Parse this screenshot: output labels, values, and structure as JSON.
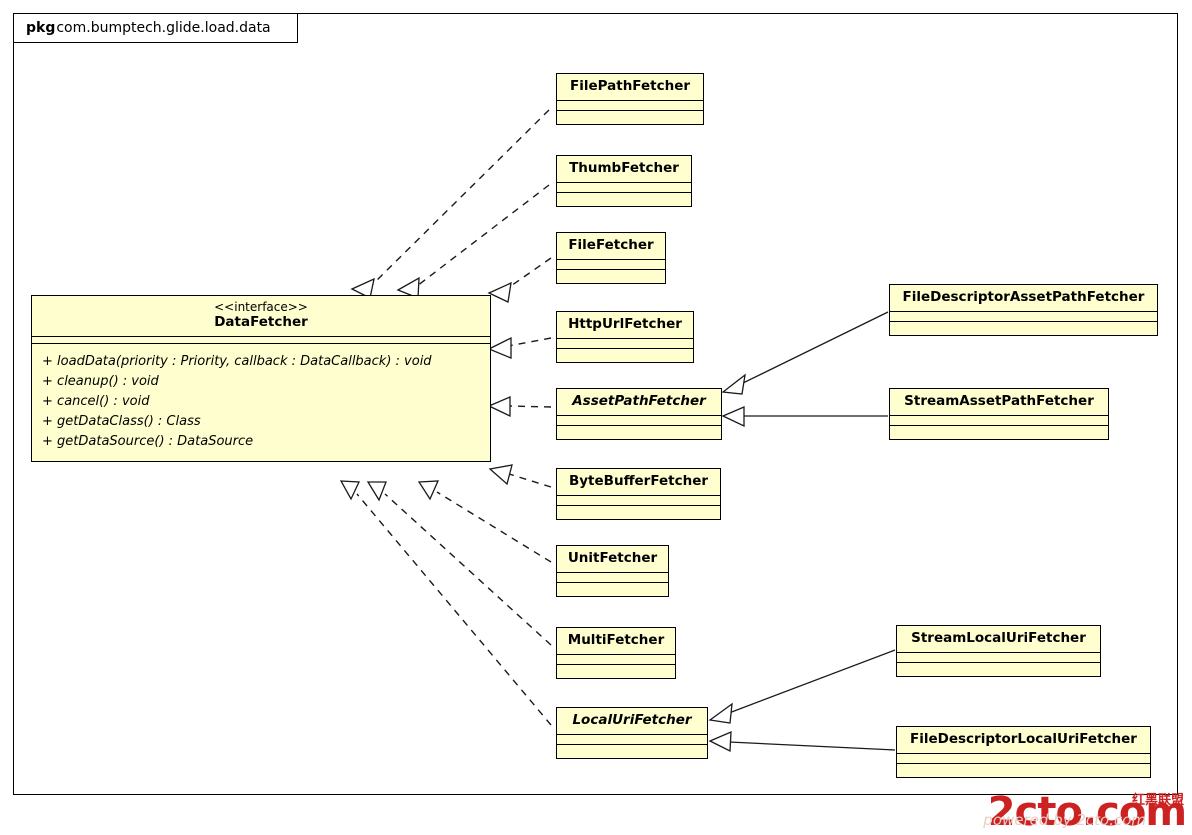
{
  "package": {
    "keyword": "pkg",
    "name": "com.bumptech.glide.load.data"
  },
  "diagram": {
    "type": "uml-class-diagram",
    "colors": {
      "class_fill": "#FEFECE",
      "class_border": "#000000",
      "line": "#1a1a1a",
      "watermark": "#cc2222",
      "background": "#FFFFFF"
    }
  },
  "classes": {
    "datafetcher": {
      "stereotype": "<<interface>>",
      "name": "DataFetcher",
      "kind": "interface",
      "members": [
        {
          "vis": "+",
          "sig": "loadData(priority : Priority, callback : DataCallback) : void"
        },
        {
          "vis": "+",
          "sig": "cleanup() : void"
        },
        {
          "vis": "+",
          "sig": "cancel() : void"
        },
        {
          "vis": "+",
          "sig": "getDataClass() : Class"
        },
        {
          "vis": "+",
          "sig": "getDataSource() : DataSource"
        }
      ]
    },
    "filepathfetcher": {
      "name": "FilePathFetcher",
      "kind": "class"
    },
    "thumbfetcher": {
      "name": "ThumbFetcher",
      "kind": "class"
    },
    "filefetcher": {
      "name": "FileFetcher",
      "kind": "class"
    },
    "httpurlfetcher": {
      "name": "HttpUrlFetcher",
      "kind": "class"
    },
    "assetpathfetcher": {
      "name": "AssetPathFetcher",
      "kind": "abstract-class"
    },
    "bytebufferfetcher": {
      "name": "ByteBufferFetcher",
      "kind": "class"
    },
    "unitfetcher": {
      "name": "UnitFetcher",
      "kind": "class"
    },
    "multifetcher": {
      "name": "MultiFetcher",
      "kind": "class"
    },
    "localurifetcher": {
      "name": "LocalUriFetcher",
      "kind": "abstract-class"
    },
    "filedescriptorassetpathfetcher": {
      "name": "FileDescriptorAssetPathFetcher",
      "kind": "class"
    },
    "streamassetpathfetcher": {
      "name": "StreamAssetPathFetcher",
      "kind": "class"
    },
    "streamlocalurifetcher": {
      "name": "StreamLocalUriFetcher",
      "kind": "class"
    },
    "filedescriptorlocalurifetcher": {
      "name": "FileDescriptorLocalUriFetcher",
      "kind": "class"
    }
  },
  "relationships": [
    {
      "from": "FilePathFetcher",
      "to": "DataFetcher",
      "type": "realization"
    },
    {
      "from": "ThumbFetcher",
      "to": "DataFetcher",
      "type": "realization"
    },
    {
      "from": "FileFetcher",
      "to": "DataFetcher",
      "type": "realization"
    },
    {
      "from": "HttpUrlFetcher",
      "to": "DataFetcher",
      "type": "realization"
    },
    {
      "from": "AssetPathFetcher",
      "to": "DataFetcher",
      "type": "realization"
    },
    {
      "from": "ByteBufferFetcher",
      "to": "DataFetcher",
      "type": "realization"
    },
    {
      "from": "UnitFetcher",
      "to": "DataFetcher",
      "type": "realization"
    },
    {
      "from": "MultiFetcher",
      "to": "DataFetcher",
      "type": "realization"
    },
    {
      "from": "LocalUriFetcher",
      "to": "DataFetcher",
      "type": "realization"
    },
    {
      "from": "FileDescriptorAssetPathFetcher",
      "to": "AssetPathFetcher",
      "type": "generalization"
    },
    {
      "from": "StreamAssetPathFetcher",
      "to": "AssetPathFetcher",
      "type": "generalization"
    },
    {
      "from": "StreamLocalUriFetcher",
      "to": "LocalUriFetcher",
      "type": "generalization"
    },
    {
      "from": "FileDescriptorLocalUriFetcher",
      "to": "LocalUriFetcher",
      "type": "generalization"
    }
  ],
  "watermark": {
    "text": "2cto.com",
    "cn_text": "红黑联盟",
    "sub_text": "powered by 2cto.com"
  }
}
